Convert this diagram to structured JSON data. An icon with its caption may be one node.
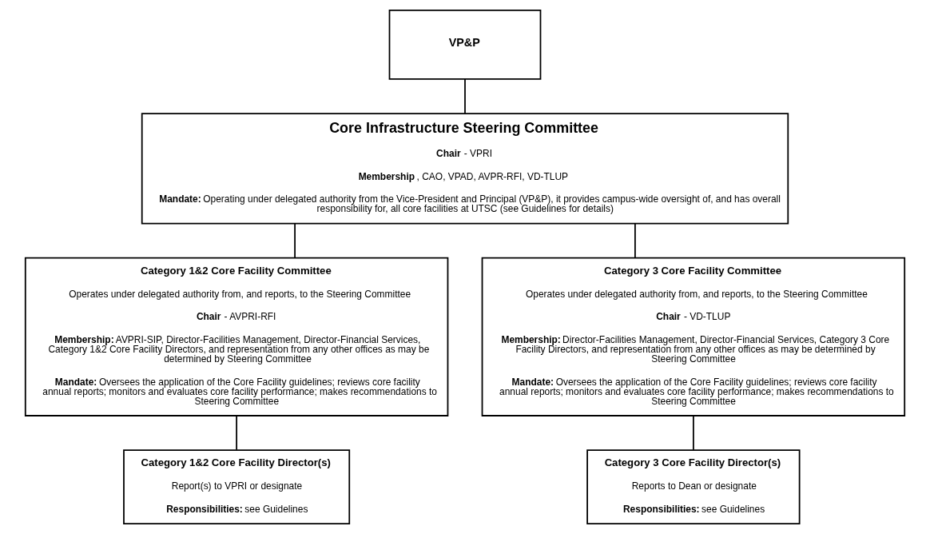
{
  "diagram": {
    "nodes": [
      {
        "text": [
          "VP&P"
        ]
      },
      {
        "text": [
          "Core Infrastructure Steering Committee",
          "**Chair** - VPRI",
          "**Membership**, CAO, VPAD, AVPR-RFI, VD-TLUP",
          "**Mandate:** Operating under delegated authority from the Vice-President and Principal (VP&P), it provides campus-wide oversight of, and has overall responsibility for, all core facilities at UTSC (see Guidelines for details)"
        ]
      },
      {
        "text": [
          "Category 1&2 Core Facility Committee",
          "Operates under delegated authority from, and reports, to the Steering Committee",
          "**Chair** - AVPRI-RFI",
          "**Membership:** AVPRI-SIP, Director-Facilities Management, Director-Financial Services, Category 1&2 Core Facility Directors, and representation from any other offices as may be determined by Steering Committee",
          "**Mandate:** Oversees the application of the Core Facility guidelines; reviews core facility annual reports; monitors and evaluates core facility performance; makes recommendations to Steering Committee"
        ]
      },
      {
        "text": [
          "Category 3 Core Facility Committee",
          "Operates under delegated authority from, and reports, to the Steering Committee",
          "**Chair** - VD-TLUP",
          "**Membership:** Director-Facilities Management, Director-Financial Services, Category 3 Core Facility Directors, and representation from any other offices as may be determined by Steering Committee",
          "**Mandate:** Oversees the application of the Core Facility guidelines; reviews core facility annual reports; monitors and evaluates core facility performance; makes recommendations to Steering Committee"
        ]
      },
      {
        "text": [
          "Category 1&2 Core Facility Director(s)",
          "Report(s) to VPRI or designate",
          "**Responsibilities:** see Guidelines"
        ]
      },
      {
        "text": [
          "Category 3 Core Facility Director(s)",
          "Reports to Dean or designate",
          "**Responsibilities:** see Guidelines"
        ]
      }
    ],
    "edges": [
      {
        "from": 0,
        "to": 1,
        "arrow": "none"
      },
      {
        "from": 1,
        "to": 2,
        "arrow": "none"
      },
      {
        "from": 1,
        "to": 3,
        "arrow": "none"
      },
      {
        "from": 2,
        "to": 4,
        "arrow": "none"
      },
      {
        "from": 3,
        "to": 5,
        "arrow": "none"
      }
    ]
  }
}
